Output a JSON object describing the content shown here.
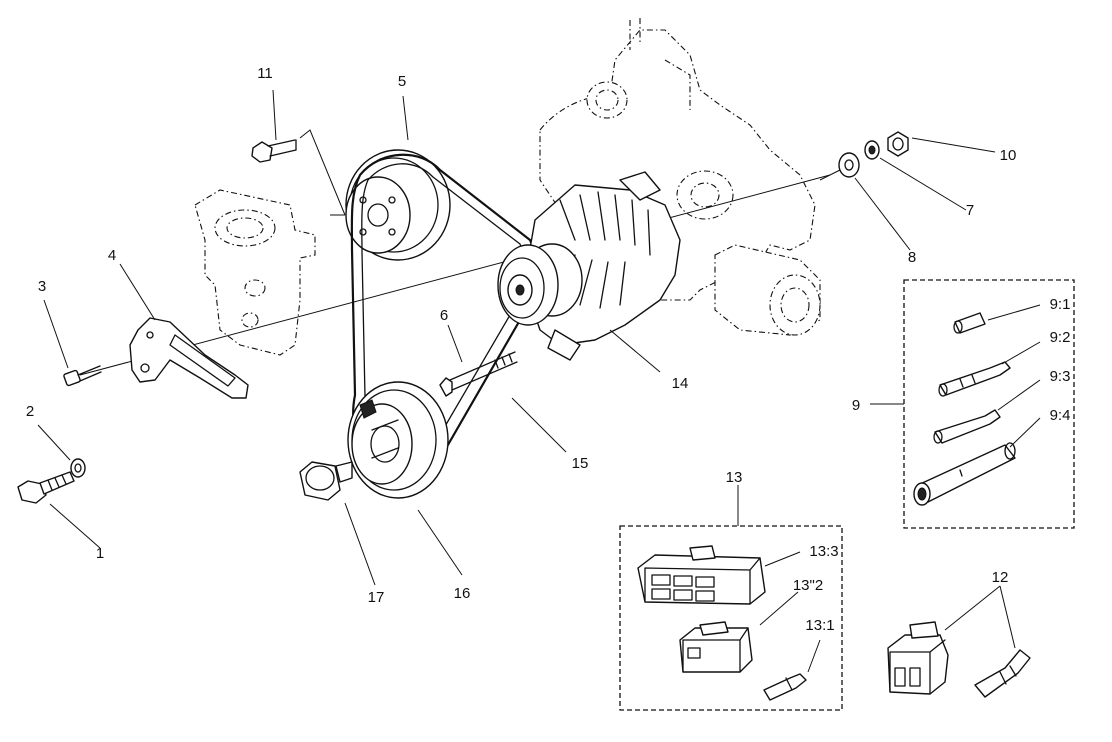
{
  "diagram": {
    "labels": {
      "p1": "1",
      "p2": "2",
      "p3": "3",
      "p4": "4",
      "p5": "5",
      "p6": "6",
      "p7": "7",
      "p8": "8",
      "p9": "9",
      "p9_1": "9:1",
      "p9_2": "9:2",
      "p9_3": "9:3",
      "p9_4": "9:4",
      "p10": "10",
      "p11": "11",
      "p12": "12",
      "p13": "13",
      "p13_1": "13:1",
      "p13_2": "13\"2",
      "p13_3": "13:3",
      "p14": "14",
      "p15": "15",
      "p16": "16",
      "p17": "17"
    }
  }
}
